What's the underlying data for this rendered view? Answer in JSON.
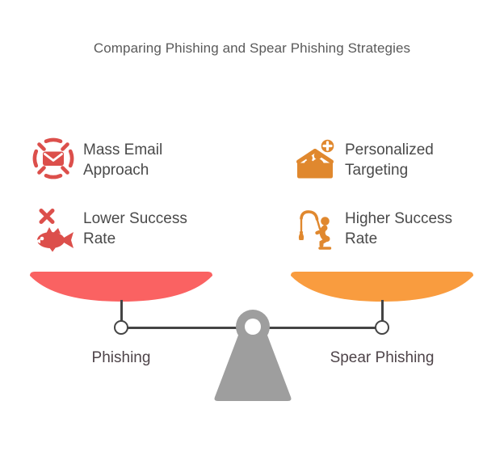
{
  "title": "Comparing Phishing and Spear Phishing Strategies",
  "colors": {
    "red": "#dc4f4b",
    "red-pan": "#fa6262",
    "orange": "#e0882e",
    "orange-pan": "#f99c3f",
    "dark": "#444444",
    "gray": "#9e9e9e",
    "title": "#5a5a5a",
    "text": "#4a4a4a",
    "label": "#4e4449"
  },
  "features": [
    {
      "icon": "broadcast-envelope-icon",
      "label": "Mass Email Approach",
      "side": "left"
    },
    {
      "icon": "people-plus-icon",
      "label": "Personalized Targeting",
      "side": "right"
    },
    {
      "icon": "fish-cross-icon",
      "label": "Lower Success Rate",
      "side": "left"
    },
    {
      "icon": "fishing-person-icon",
      "label": "Higher Success Rate",
      "side": "right"
    }
  ],
  "scale": {
    "left_pan": {
      "label": "Phishing",
      "color": "#fa6262"
    },
    "right_pan": {
      "label": "Spear Phishing",
      "color": "#f99c3f"
    }
  }
}
